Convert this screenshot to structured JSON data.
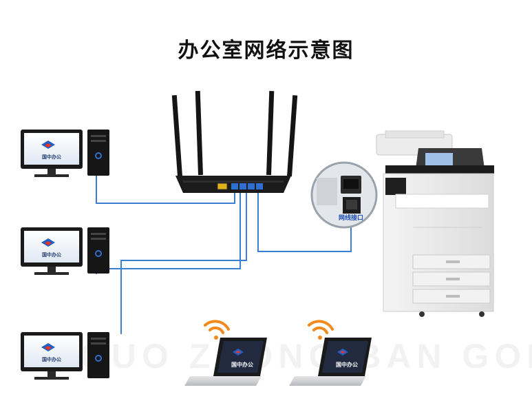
{
  "title": "办公室网络示意图",
  "watermark_text": "GUO ZHONG BAN GONG",
  "computer_screen_label": "国中办公",
  "laptop_screen_label": "国中办公",
  "printer_port_label": "网线接口",
  "colors": {
    "cable": "#3a7fd6",
    "wifi": "#f08a1c",
    "router_body": "#1b1b1b",
    "monitor_frame": "#1a1a1a",
    "logo_blue": "#1f5fc2",
    "logo_red": "#e8322c"
  },
  "icons": [
    "router-icon",
    "desktop-computer-icon",
    "laptop-icon",
    "wifi-icon",
    "printer-icon"
  ]
}
